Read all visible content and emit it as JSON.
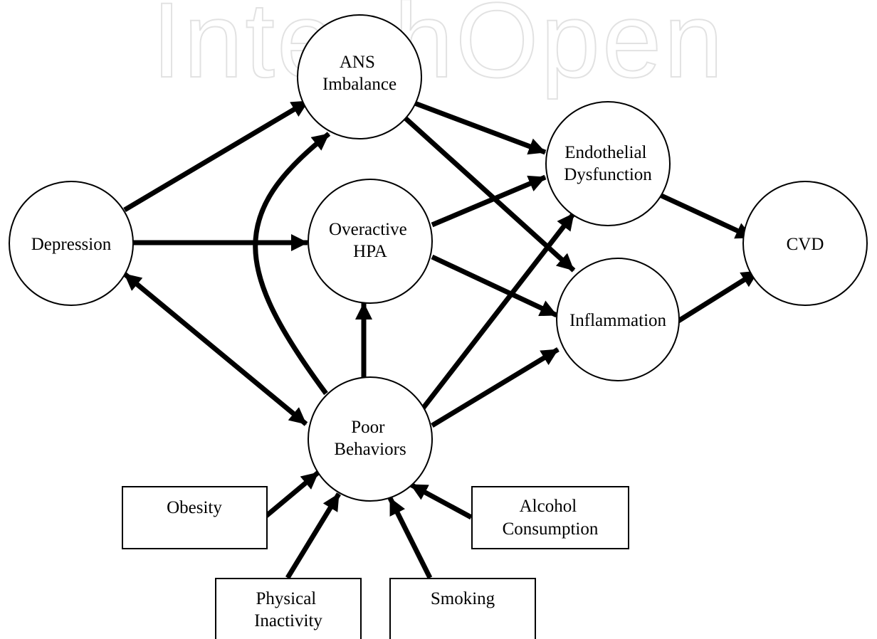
{
  "watermark": "IntechOpen",
  "nodes": {
    "ans": {
      "lines": [
        "ANS",
        "Imbalance"
      ]
    },
    "endo": {
      "lines": [
        "Endothelial",
        "Dysfunction"
      ]
    },
    "depression": {
      "lines": [
        "Depression"
      ]
    },
    "hpa": {
      "lines": [
        "Overactive",
        "HPA"
      ]
    },
    "cvd": {
      "lines": [
        "CVD"
      ]
    },
    "inflammation": {
      "lines": [
        "Inflammation"
      ]
    },
    "poor": {
      "lines": [
        "Poor",
        "Behaviors"
      ]
    },
    "obesity": {
      "lines": [
        "Obesity"
      ]
    },
    "alcohol": {
      "lines": [
        "Alcohol",
        "Consumption"
      ]
    },
    "physical": {
      "lines": [
        "Physical",
        "Inactivity"
      ]
    },
    "smoking": {
      "lines": [
        "Smoking"
      ]
    }
  },
  "edges": [
    {
      "from": "depression",
      "to": "ans"
    },
    {
      "from": "depression",
      "to": "hpa"
    },
    {
      "from": "depression",
      "to": "poor",
      "bidirectional": true
    },
    {
      "from": "ans",
      "to": "endo"
    },
    {
      "from": "ans",
      "to": "inflammation"
    },
    {
      "from": "hpa",
      "to": "endo"
    },
    {
      "from": "hpa",
      "to": "inflammation"
    },
    {
      "from": "endo",
      "to": "cvd"
    },
    {
      "from": "inflammation",
      "to": "cvd"
    },
    {
      "from": "poor",
      "to": "hpa"
    },
    {
      "from": "poor",
      "to": "ans",
      "curved": true
    },
    {
      "from": "poor",
      "to": "endo"
    },
    {
      "from": "poor",
      "to": "inflammation"
    },
    {
      "from": "obesity",
      "to": "poor"
    },
    {
      "from": "physical",
      "to": "poor"
    },
    {
      "from": "smoking",
      "to": "poor"
    },
    {
      "from": "alcohol",
      "to": "poor"
    }
  ]
}
